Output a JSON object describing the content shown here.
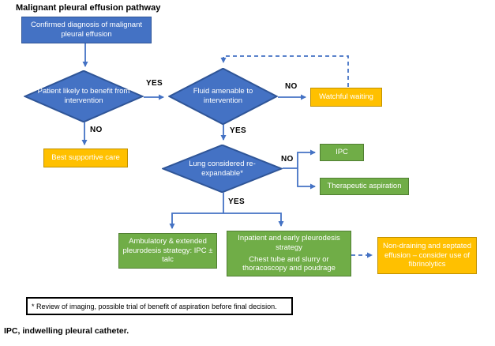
{
  "title": "Malignant pleural effusion pathway",
  "colors": {
    "node_blue": "#4472C4",
    "node_blue_border": "#2F5597",
    "node_orange": "#FFC000",
    "node_orange_border": "#BF9000",
    "node_green": "#70AD47",
    "node_green_border": "#507E32",
    "connector_blue": "#4472C4"
  },
  "nodes": {
    "confirmed": {
      "label": "Confirmed diagnosis of malignant pleural effusion"
    },
    "patient_likely": {
      "label": "Patient likely to benefit from intervention"
    },
    "fluid_amenable": {
      "label": "Fluid amenable to intervention"
    },
    "best_supportive": {
      "label": "Best supportive care"
    },
    "watchful": {
      "label": "Watchful waiting"
    },
    "lung_expandable": {
      "label": "Lung considered re-expandable*"
    },
    "ipc": {
      "label": "IPC"
    },
    "therapeutic": {
      "label": "Therapeutic aspiration"
    },
    "ambulatory": {
      "label": "Ambulatory & extended pleurodesis strategy: IPC ± talc"
    },
    "inpatient": {
      "line1": "Inpatient and early pleurodesis strategy",
      "line2": "Chest tube and slurry or thoracoscopy and poudrage"
    },
    "nondraining": {
      "label": "Non-draining and septated effusion – consider use of fibrinolytics"
    }
  },
  "edge_labels": {
    "yes_patient": "YES",
    "no_patient": "NO",
    "no_fluid": "NO",
    "yes_fluid": "YES",
    "no_lung": "NO",
    "yes_lung": "YES"
  },
  "footnote": "* Review of imaging, possible trial of benefit of aspiration before final decision.",
  "abbreviation": "IPC, indwelling pleural catheter."
}
